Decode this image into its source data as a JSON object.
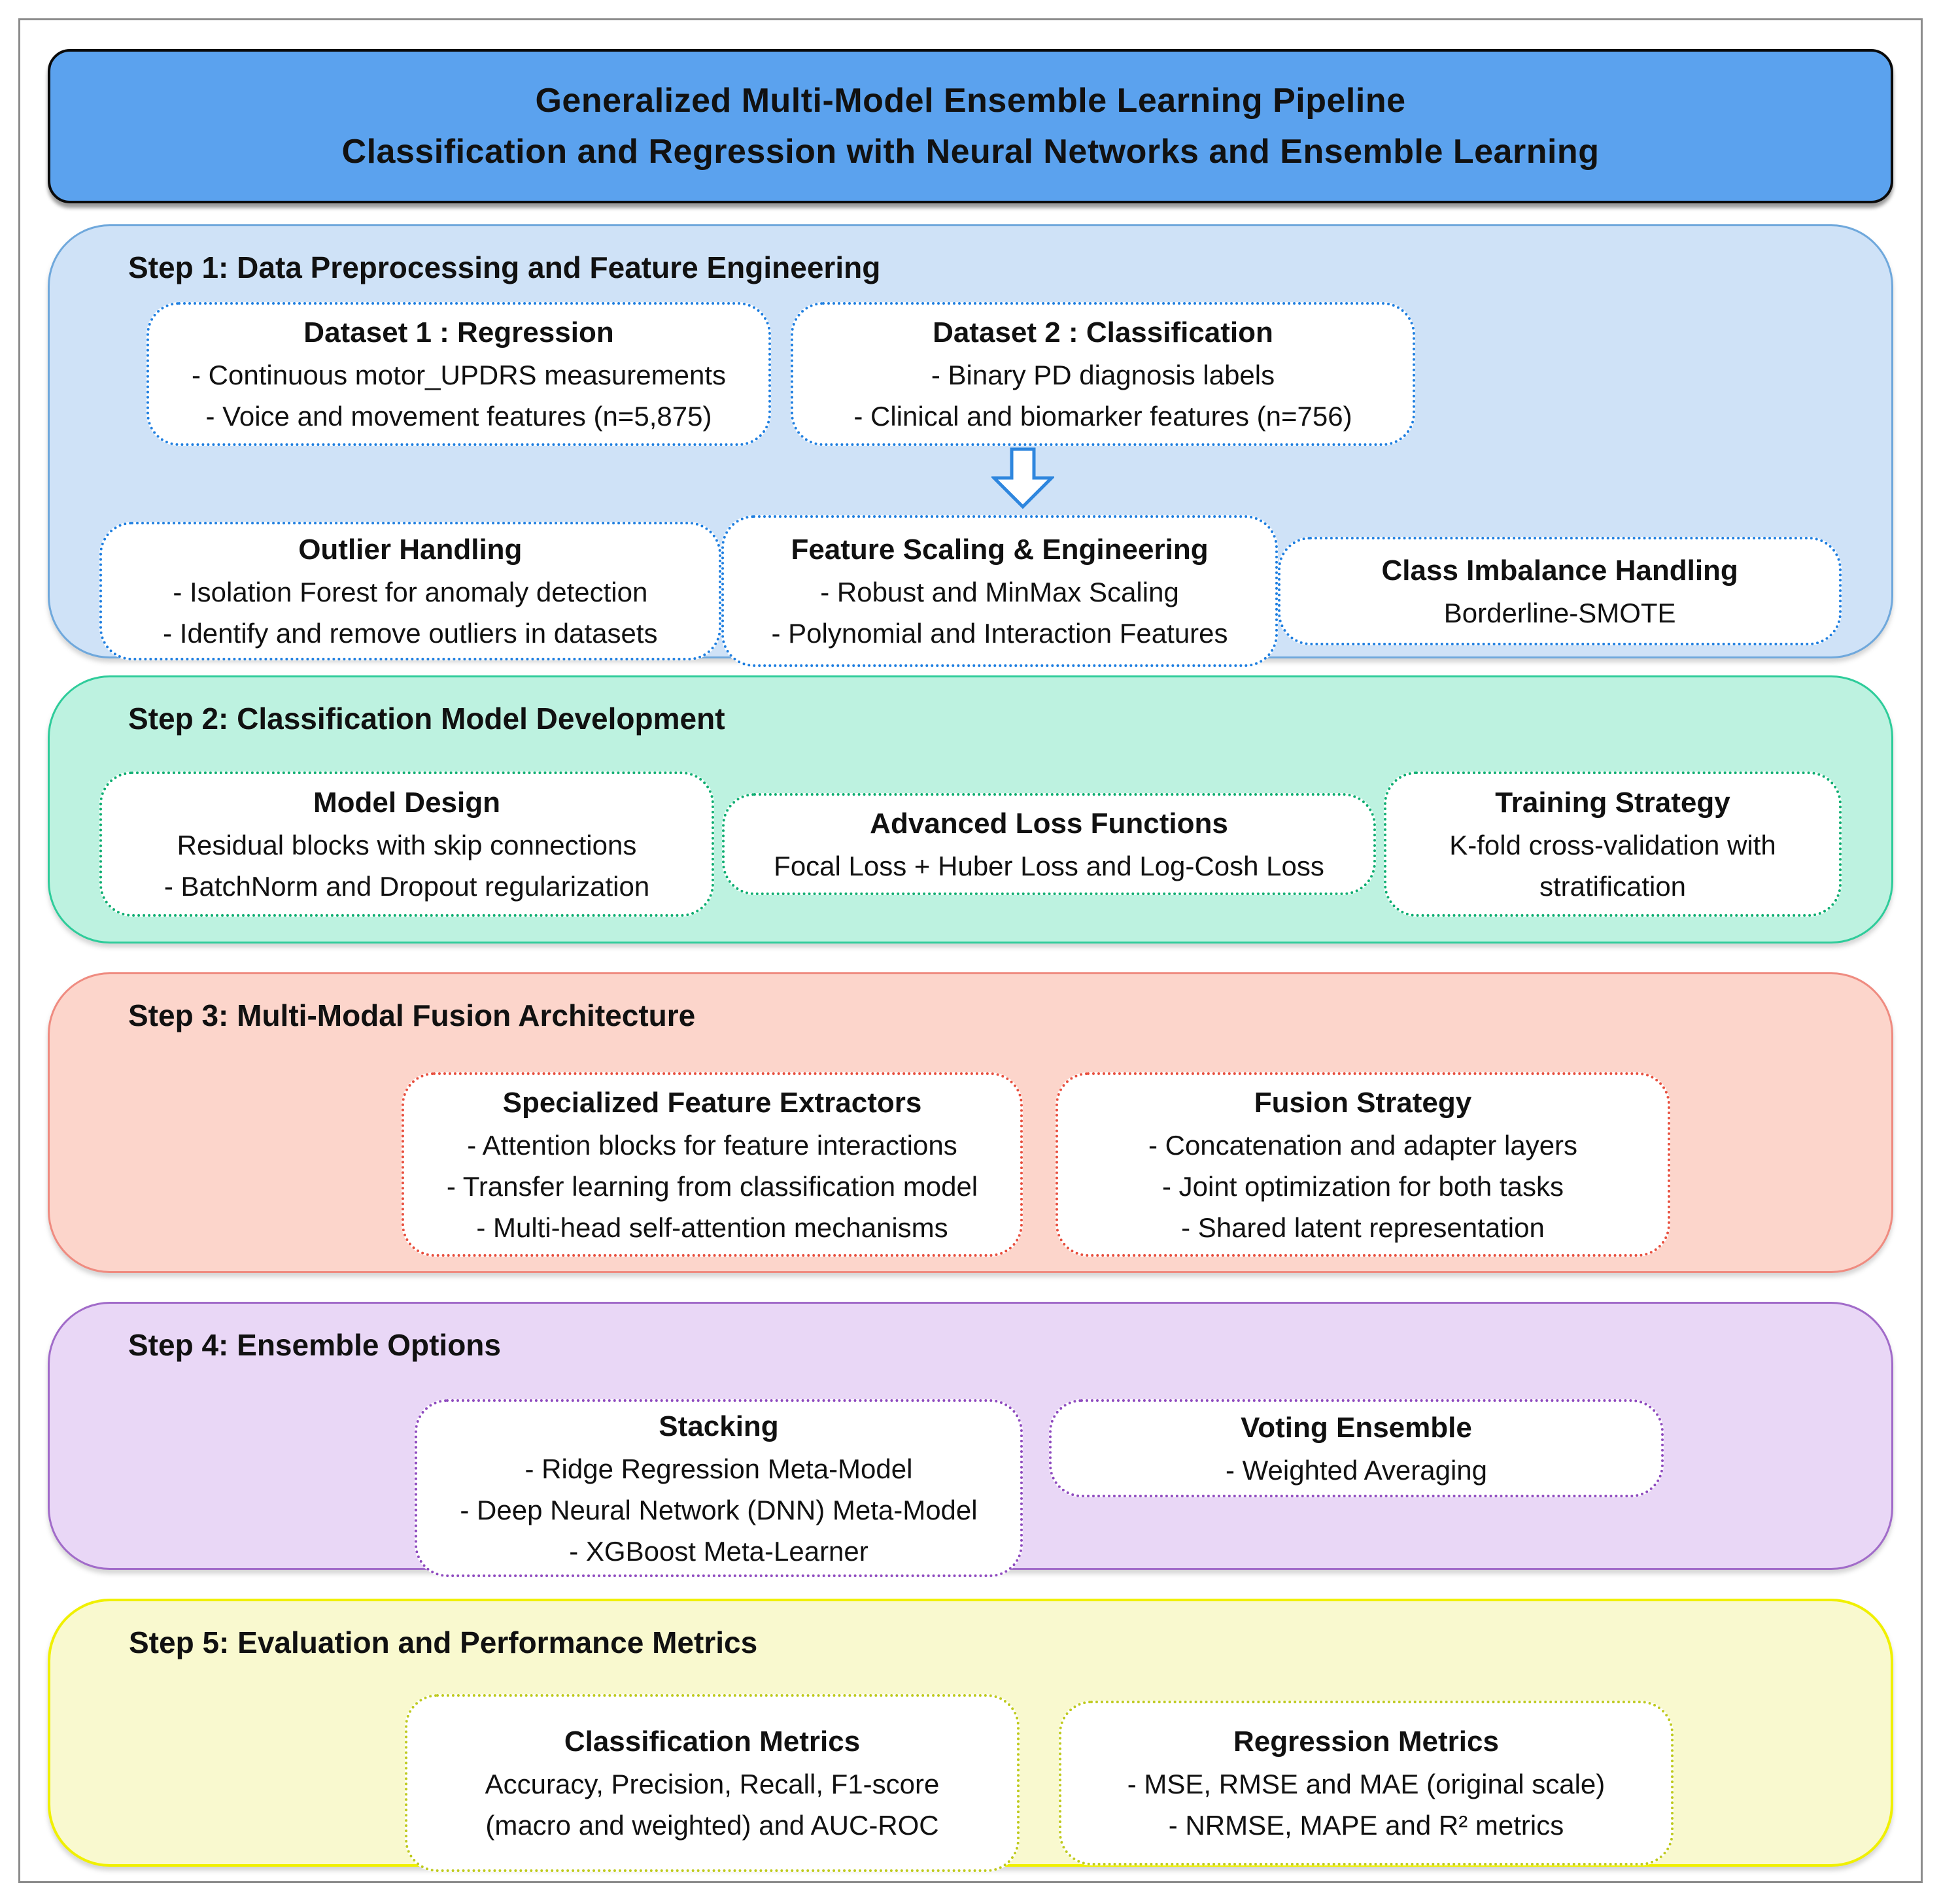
{
  "figure": {
    "title_line1": "Generalized Multi-Model Ensemble Learning Pipeline",
    "title_line2": "Classification and Regression with Neural Networks and Ensemble Learning"
  },
  "palette": {
    "title_bg": "#5ba2ee",
    "step1_bg": "#cfe2f7",
    "step1_border": "#6fa8dc",
    "step1_box_border": "#1f7fe0",
    "step2_bg": "#bdf2e0",
    "step2_border": "#2ecc9a",
    "step2_box_border": "#0fae72",
    "step3_bg": "#fcd5cb",
    "step3_border": "#ef8b80",
    "step3_box_border": "#e8503f",
    "step4_bg": "#e9d7f6",
    "step4_border": "#a16bc9",
    "step4_box_border": "#8f4bbf",
    "step5_bg": "#f9f9cf",
    "step5_border": "#f0f000",
    "step5_box_border": "#bfca1e",
    "arrow_stroke": "#2e86de",
    "text": "#111111"
  },
  "steps": [
    {
      "header": "Step 1: Data Preprocessing and Feature Engineering",
      "boxes": [
        {
          "title": "Dataset 1 : Regression",
          "lines": [
            "- Continuous motor_UPDRS measurements",
            "- Voice and movement features (n=5,875)"
          ]
        },
        {
          "title": "Dataset 2 : Classification",
          "lines": [
            "- Binary PD diagnosis labels",
            "- Clinical and biomarker features (n=756)"
          ]
        },
        {
          "title": "Outlier Handling",
          "lines": [
            "- Isolation Forest for anomaly detection",
            "- Identify and remove outliers in datasets"
          ]
        },
        {
          "title": "Feature Scaling & Engineering",
          "lines": [
            "- Robust and MinMax Scaling",
            "- Polynomial and Interaction Features"
          ]
        },
        {
          "title": "Class Imbalance Handling",
          "lines": [
            "Borderline-SMOTE"
          ]
        }
      ]
    },
    {
      "header": "Step 2: Classification Model Development",
      "boxes": [
        {
          "title": "Model Design",
          "lines": [
            "Residual blocks with skip connections",
            "- BatchNorm and Dropout regularization"
          ]
        },
        {
          "title": "Advanced Loss Functions",
          "lines": [
            "Focal Loss + Huber Loss and Log-Cosh Loss"
          ]
        },
        {
          "title": "Training Strategy",
          "lines": [
            "K-fold cross-validation with stratification"
          ]
        }
      ]
    },
    {
      "header": "Step 3: Multi-Modal Fusion Architecture",
      "boxes": [
        {
          "title": "Specialized Feature Extractors",
          "lines": [
            "- Attention blocks for feature interactions",
            "- Transfer learning from classification model",
            "- Multi-head self-attention mechanisms"
          ]
        },
        {
          "title": "Fusion Strategy",
          "lines": [
            "- Concatenation and adapter layers",
            "- Joint optimization for both tasks",
            "- Shared latent representation"
          ]
        }
      ]
    },
    {
      "header": "Step 4: Ensemble Options",
      "boxes": [
        {
          "title": "Stacking",
          "lines": [
            "- Ridge Regression Meta-Model",
            "- Deep Neural Network (DNN) Meta-Model",
            "- XGBoost Meta-Learner"
          ]
        },
        {
          "title": "Voting Ensemble",
          "lines": [
            "- Weighted Averaging"
          ]
        }
      ]
    },
    {
      "header": "Step 5: Evaluation and Performance Metrics",
      "boxes": [
        {
          "title": "Classification Metrics",
          "lines": [
            "Accuracy, Precision, Recall, F1-score",
            "(macro and weighted) and AUC-ROC"
          ]
        },
        {
          "title": "Regression Metrics",
          "lines": [
            "- MSE, RMSE and MAE (original scale)",
            "- NRMSE, MAPE and R² metrics"
          ]
        }
      ]
    }
  ]
}
